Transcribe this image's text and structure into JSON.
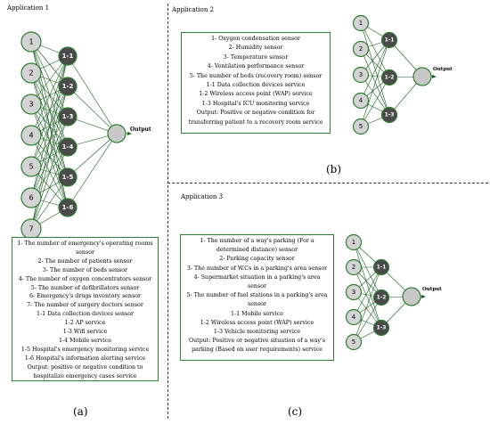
{
  "panels": [
    {
      "title": "Application 1",
      "label": "(a)",
      "inputs": [
        "1",
        "2",
        "3",
        "4",
        "5",
        "6",
        "7"
      ],
      "hidden": [
        "1-1",
        "1-2",
        "1-3",
        "1-4",
        "1-5",
        "1-6"
      ],
      "output": "Output",
      "legend": [
        "1- The number of emergency's  operating rooms",
        "sensor",
        "2- The number of patients sensor",
        "3- The number of beds sensor",
        "4- The number of oxygen concentrators sensor",
        "5- The number of defibrillators sensor",
        "6- Emergency's drugs inventory sensor",
        "7- The number of surgery doctors sensor",
        "1-1 Data collection devices sensor",
        "1-2 AP service",
        "1-3 Wifi service",
        "1-4 Mobile service",
        "1-5 Hospital's emergency monitoring service",
        "1-6 Hospital's information alerting service",
        "Output: positive or negative condition to",
        "hospitalize emergency cases service"
      ]
    },
    {
      "title": "Application 2",
      "label": "(b)",
      "inputs": [
        "1",
        "2",
        "3",
        "4",
        "5"
      ],
      "hidden": [
        "1-1",
        "1-2",
        "1-3"
      ],
      "output": "Output",
      "legend": [
        "1- Oxygen condensation sensor",
        "2- Humidity sensor",
        "3- Temperature sensor",
        "4- Ventilation performance sensor",
        "5- The number of beds (recovery room) sensor",
        "1-1 Data collection devices service",
        "1-2 Wireless access point (WAP) service",
        "1-3 Hospital's ICU monitoring service",
        "Output: Positive or negative condition for",
        "transferring patient to a recovery room service"
      ]
    },
    {
      "title": "Application 3",
      "label": "(c)",
      "inputs": [
        "1",
        "2",
        "3",
        "4",
        "5"
      ],
      "hidden": [
        "1-1",
        "1-2",
        "1-3"
      ],
      "output": "Output",
      "legend": [
        "1- The number of a way's parking (For a",
        "determined distance) sensor",
        "2- Parking capacity sensor",
        "3- The number of W.Cs in a parking's area sensor",
        "4- Supermarket situation in a parking's area",
        "sensor",
        "5- The number of fuel stations in a parking's area",
        "sensor",
        "1-1 Mobile service",
        "1-2 Wireless access point (WAP) service",
        "1-3 Vehicle monitoring service",
        "Output: Positive or negative situation of a way's",
        "parking (Based on user requirements) service"
      ]
    }
  ]
}
